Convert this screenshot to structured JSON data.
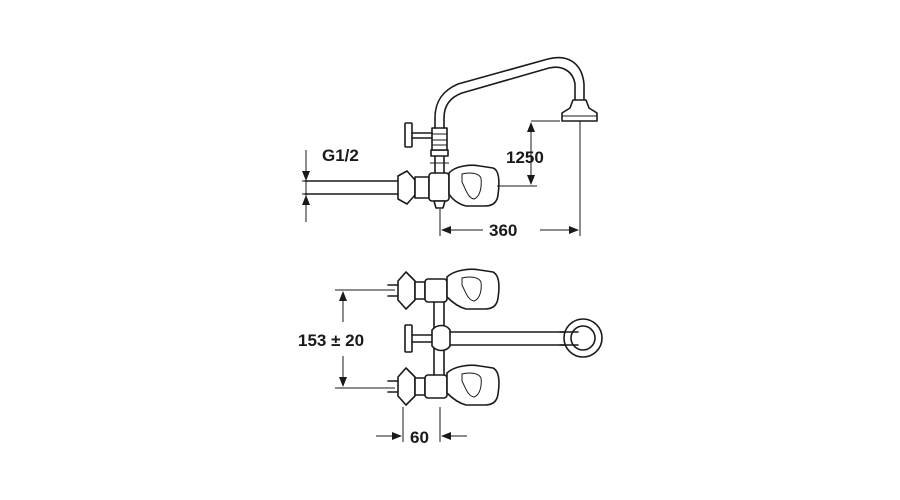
{
  "labels": {
    "thread": "G1/2",
    "spout_height": "1250",
    "spout_reach": "360",
    "center_distance": "153 ± 20",
    "wall_offset": "60"
  }
}
